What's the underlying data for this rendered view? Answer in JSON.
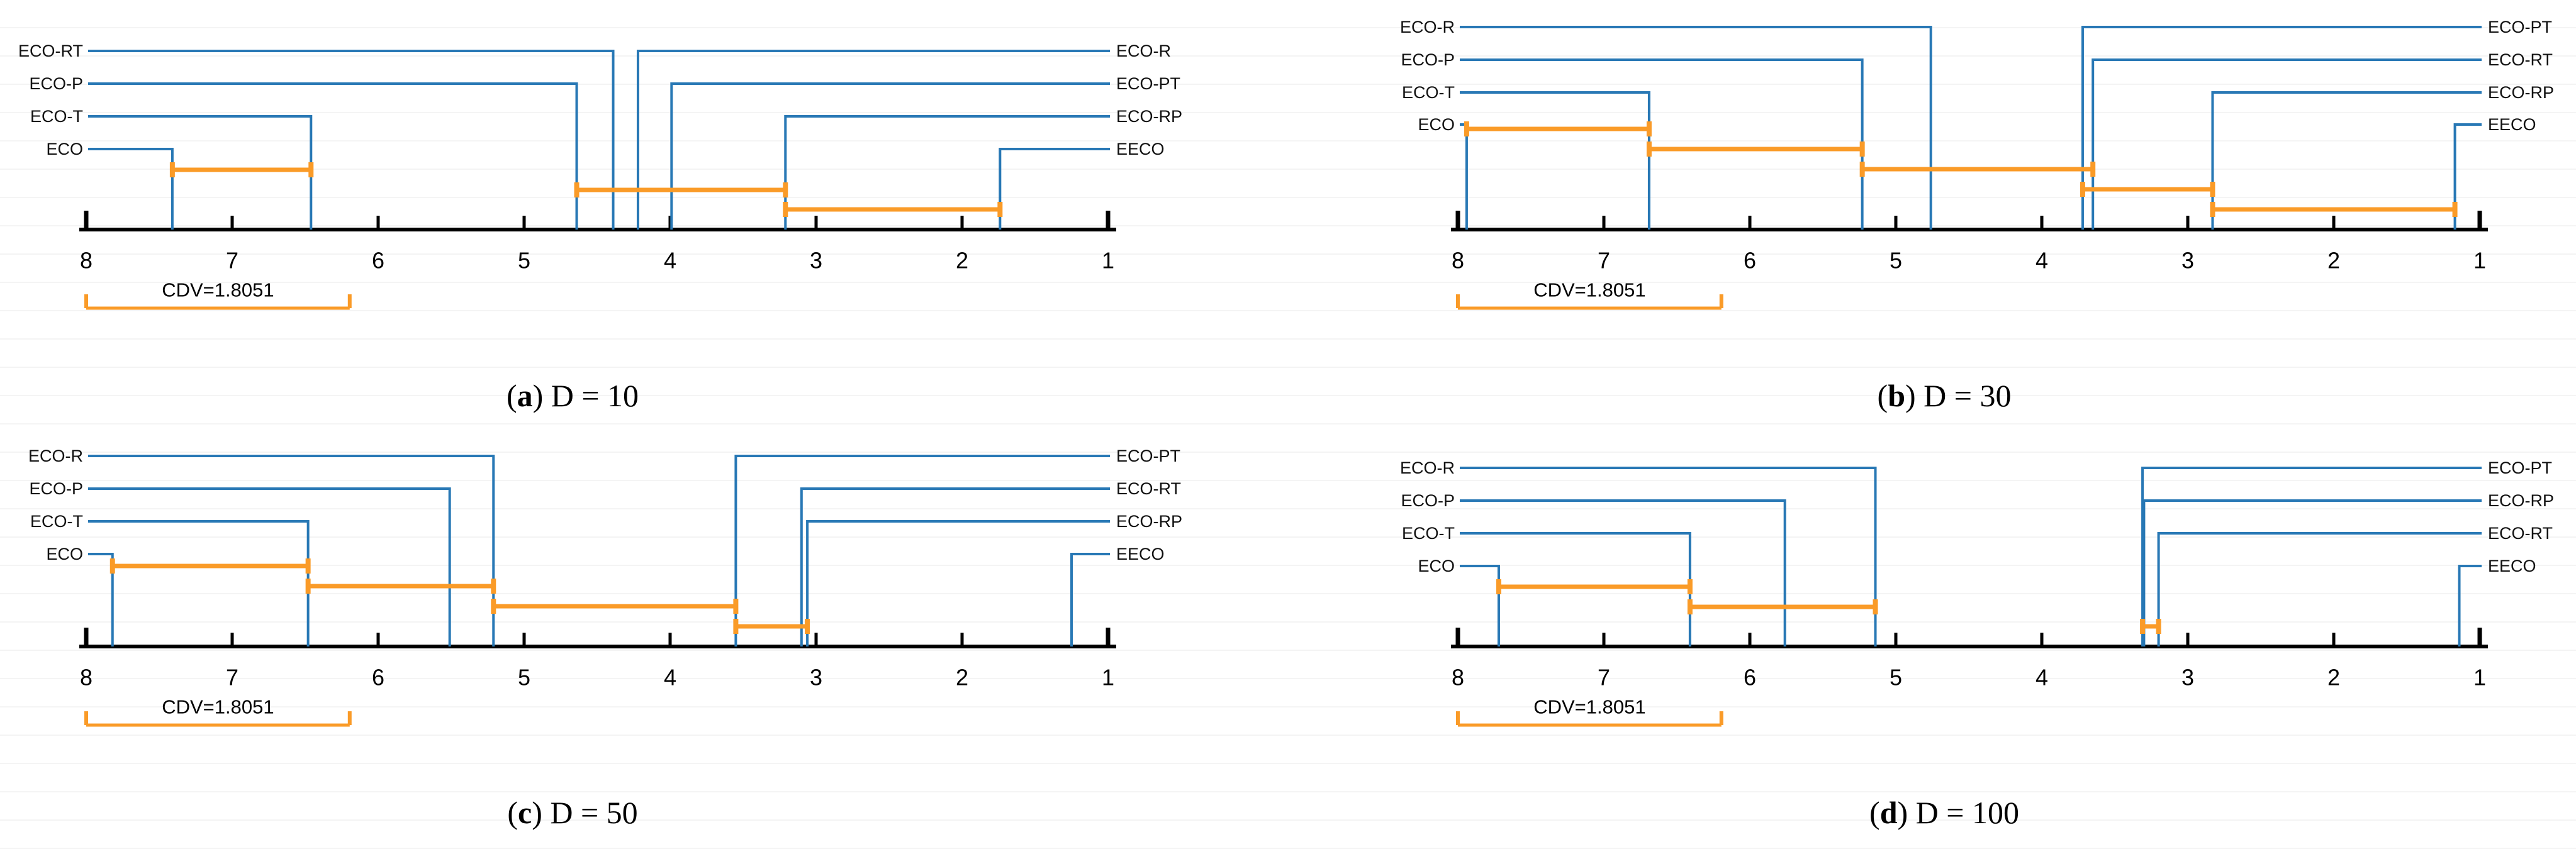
{
  "figure_type": "critical-difference-diagrams",
  "colors": {
    "algorithm_line": "#2878b5",
    "clique_bar": "#fa9b28",
    "axis": "#000000",
    "text": "#111111"
  },
  "cdv": {
    "label": "CDV=1.8051",
    "value": 1.8051
  },
  "caption_format": {
    "open": "(",
    "close": ")"
  },
  "axis": {
    "min": 1,
    "max": 8,
    "ticks": [
      8,
      7,
      6,
      5,
      4,
      3,
      2,
      1
    ],
    "direction": "reversed-left-high"
  },
  "chart_data": [
    {
      "type": "critical-difference-diagram",
      "id": "a",
      "letter": "a",
      "condition": "D = 10",
      "left_algorithms": [
        {
          "name": "ECO-RT",
          "rank": 4.39
        },
        {
          "name": "ECO-P",
          "rank": 4.64
        },
        {
          "name": "ECO-T",
          "rank": 6.46
        },
        {
          "name": "ECO",
          "rank": 7.41
        }
      ],
      "right_algorithms": [
        {
          "name": "ECO-R",
          "rank": 4.22
        },
        {
          "name": "ECO-PT",
          "rank": 3.99
        },
        {
          "name": "ECO-RP",
          "rank": 3.21
        },
        {
          "name": "EECO",
          "rank": 1.74
        }
      ],
      "cliques": [
        {
          "from": 7.41,
          "to": 6.46
        },
        {
          "from": 4.64,
          "to": 3.21
        },
        {
          "from": 3.21,
          "to": 1.74
        }
      ]
    },
    {
      "type": "critical-difference-diagram",
      "id": "b",
      "letter": "b",
      "condition": "D = 30",
      "left_algorithms": [
        {
          "name": "ECO-R",
          "rank": 4.76
        },
        {
          "name": "ECO-P",
          "rank": 5.23
        },
        {
          "name": "ECO-T",
          "rank": 6.69
        },
        {
          "name": "ECO",
          "rank": 7.94
        }
      ],
      "right_algorithms": [
        {
          "name": "ECO-PT",
          "rank": 3.72
        },
        {
          "name": "ECO-RT",
          "rank": 3.65
        },
        {
          "name": "ECO-RP",
          "rank": 2.83
        },
        {
          "name": "EECO",
          "rank": 1.17
        }
      ],
      "cliques": [
        {
          "from": 7.94,
          "to": 6.69
        },
        {
          "from": 6.69,
          "to": 5.23
        },
        {
          "from": 5.23,
          "to": 3.65
        },
        {
          "from": 3.72,
          "to": 2.83
        },
        {
          "from": 2.83,
          "to": 1.17
        }
      ]
    },
    {
      "type": "critical-difference-diagram",
      "id": "c",
      "letter": "c",
      "condition": "D = 50",
      "left_algorithms": [
        {
          "name": "ECO-R",
          "rank": 5.21
        },
        {
          "name": "ECO-P",
          "rank": 5.51
        },
        {
          "name": "ECO-T",
          "rank": 6.48
        },
        {
          "name": "ECO",
          "rank": 7.82
        }
      ],
      "right_algorithms": [
        {
          "name": "ECO-PT",
          "rank": 3.55
        },
        {
          "name": "ECO-RT",
          "rank": 3.1
        },
        {
          "name": "ECO-RP",
          "rank": 3.06
        },
        {
          "name": "EECO",
          "rank": 1.25
        }
      ],
      "cliques": [
        {
          "from": 7.82,
          "to": 6.48
        },
        {
          "from": 6.48,
          "to": 5.21
        },
        {
          "from": 5.21,
          "to": 3.55
        },
        {
          "from": 3.55,
          "to": 3.06
        }
      ]
    },
    {
      "type": "critical-difference-diagram",
      "id": "d",
      "letter": "d",
      "condition": "D = 100",
      "left_algorithms": [
        {
          "name": "ECO-R",
          "rank": 5.14
        },
        {
          "name": "ECO-P",
          "rank": 5.76
        },
        {
          "name": "ECO-T",
          "rank": 6.41
        },
        {
          "name": "ECO",
          "rank": 7.72
        }
      ],
      "right_algorithms": [
        {
          "name": "ECO-PT",
          "rank": 3.31
        },
        {
          "name": "ECO-RP",
          "rank": 3.3
        },
        {
          "name": "ECO-RT",
          "rank": 3.2
        },
        {
          "name": "EECO",
          "rank": 1.14
        }
      ],
      "cliques": [
        {
          "from": 7.72,
          "to": 6.41
        },
        {
          "from": 6.41,
          "to": 5.14
        },
        {
          "from": 3.31,
          "to": 3.2
        }
      ]
    }
  ]
}
